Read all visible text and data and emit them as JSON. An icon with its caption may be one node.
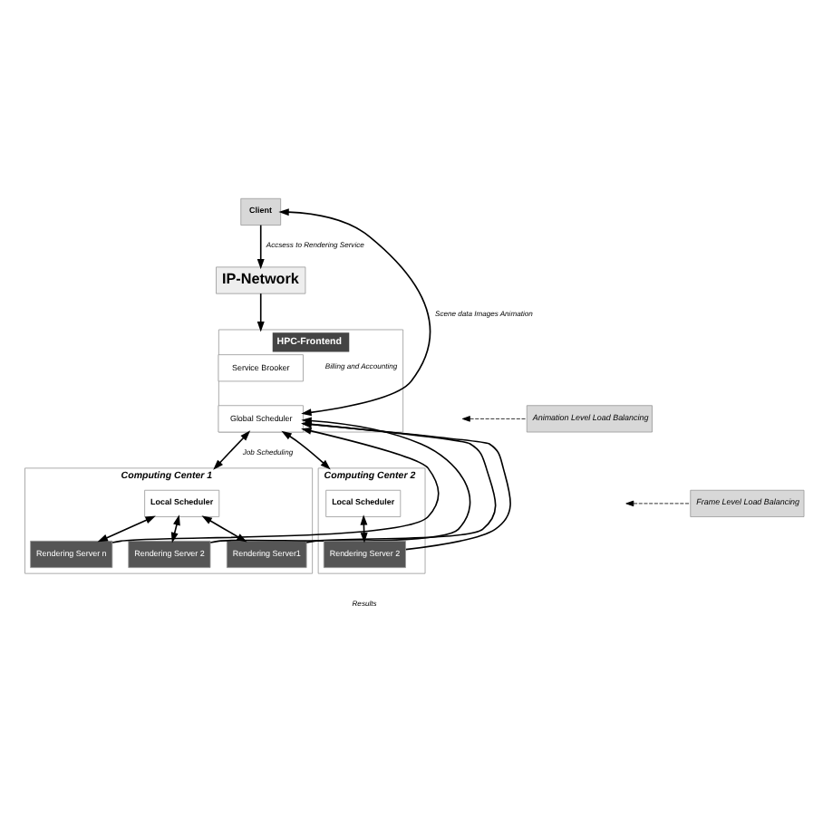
{
  "diagram": {
    "nodes": [
      {
        "text": [
          "Client"
        ]
      },
      {
        "text": [
          "IP-Network"
        ]
      },
      {
        "text": [
          "HPC-Frontend"
        ]
      },
      {
        "text": [
          "Service Brooker"
        ],
        "in": 2,
        "beside": [
          "Billing and Accounting"
        ]
      },
      {
        "text": [
          "Global Scheduler"
        ],
        "in": 2
      },
      {
        "text": [
          "Animation Level Load Balancing"
        ]
      },
      {
        "text": [
          "Computing Center 1"
        ]
      },
      {
        "text": [
          "Local Scheduler"
        ],
        "in": 6
      },
      {
        "text": [
          "Rendering Server n"
        ],
        "in": 6
      },
      {
        "text": [
          "Rendering Server 2"
        ],
        "in": 6
      },
      {
        "text": [
          "Rendering Server1"
        ],
        "in": 6
      },
      {
        "text": [
          "Computing Center 2"
        ]
      },
      {
        "text": [
          "Local Scheduler"
        ],
        "in": 11
      },
      {
        "text": [
          "Rendering Server 2"
        ],
        "in": 11
      },
      {
        "text": [
          "Frame Level Load Balancing"
        ]
      }
    ],
    "edges": [
      {
        "from": 0,
        "to": 1,
        "arrow": "to",
        "label": "Accsess to Rendering Service"
      },
      {
        "from": 1,
        "to": 2,
        "arrow": "to"
      },
      {
        "from": 4,
        "to": 0,
        "arrow": "both",
        "label": "Scene data Images Animation"
      },
      {
        "from": 4,
        "to": 6,
        "arrow": "both",
        "label": "Job Scheduling"
      },
      {
        "from": 4,
        "to": 11,
        "arrow": "both"
      },
      {
        "from": 7,
        "to": 10,
        "arrow": "both"
      },
      {
        "from": 7,
        "to": 9,
        "arrow": "both"
      },
      {
        "from": 7,
        "to": 8,
        "arrow": "both"
      },
      {
        "from": 12,
        "to": 13,
        "arrow": "both"
      },
      {
        "from": 10,
        "to": 4,
        "arrow": "to"
      },
      {
        "from": 9,
        "to": 4,
        "arrow": "to"
      },
      {
        "from": 8,
        "to": 4,
        "arrow": "to"
      },
      {
        "from": 13,
        "to": 4,
        "arrow": "to"
      },
      {
        "from": 5,
        "to": null,
        "arrow": "to",
        "style": "dashed"
      },
      {
        "from": 14,
        "to": null,
        "arrow": "to",
        "style": "dashed"
      }
    ],
    "labels": [
      "Results"
    ]
  }
}
